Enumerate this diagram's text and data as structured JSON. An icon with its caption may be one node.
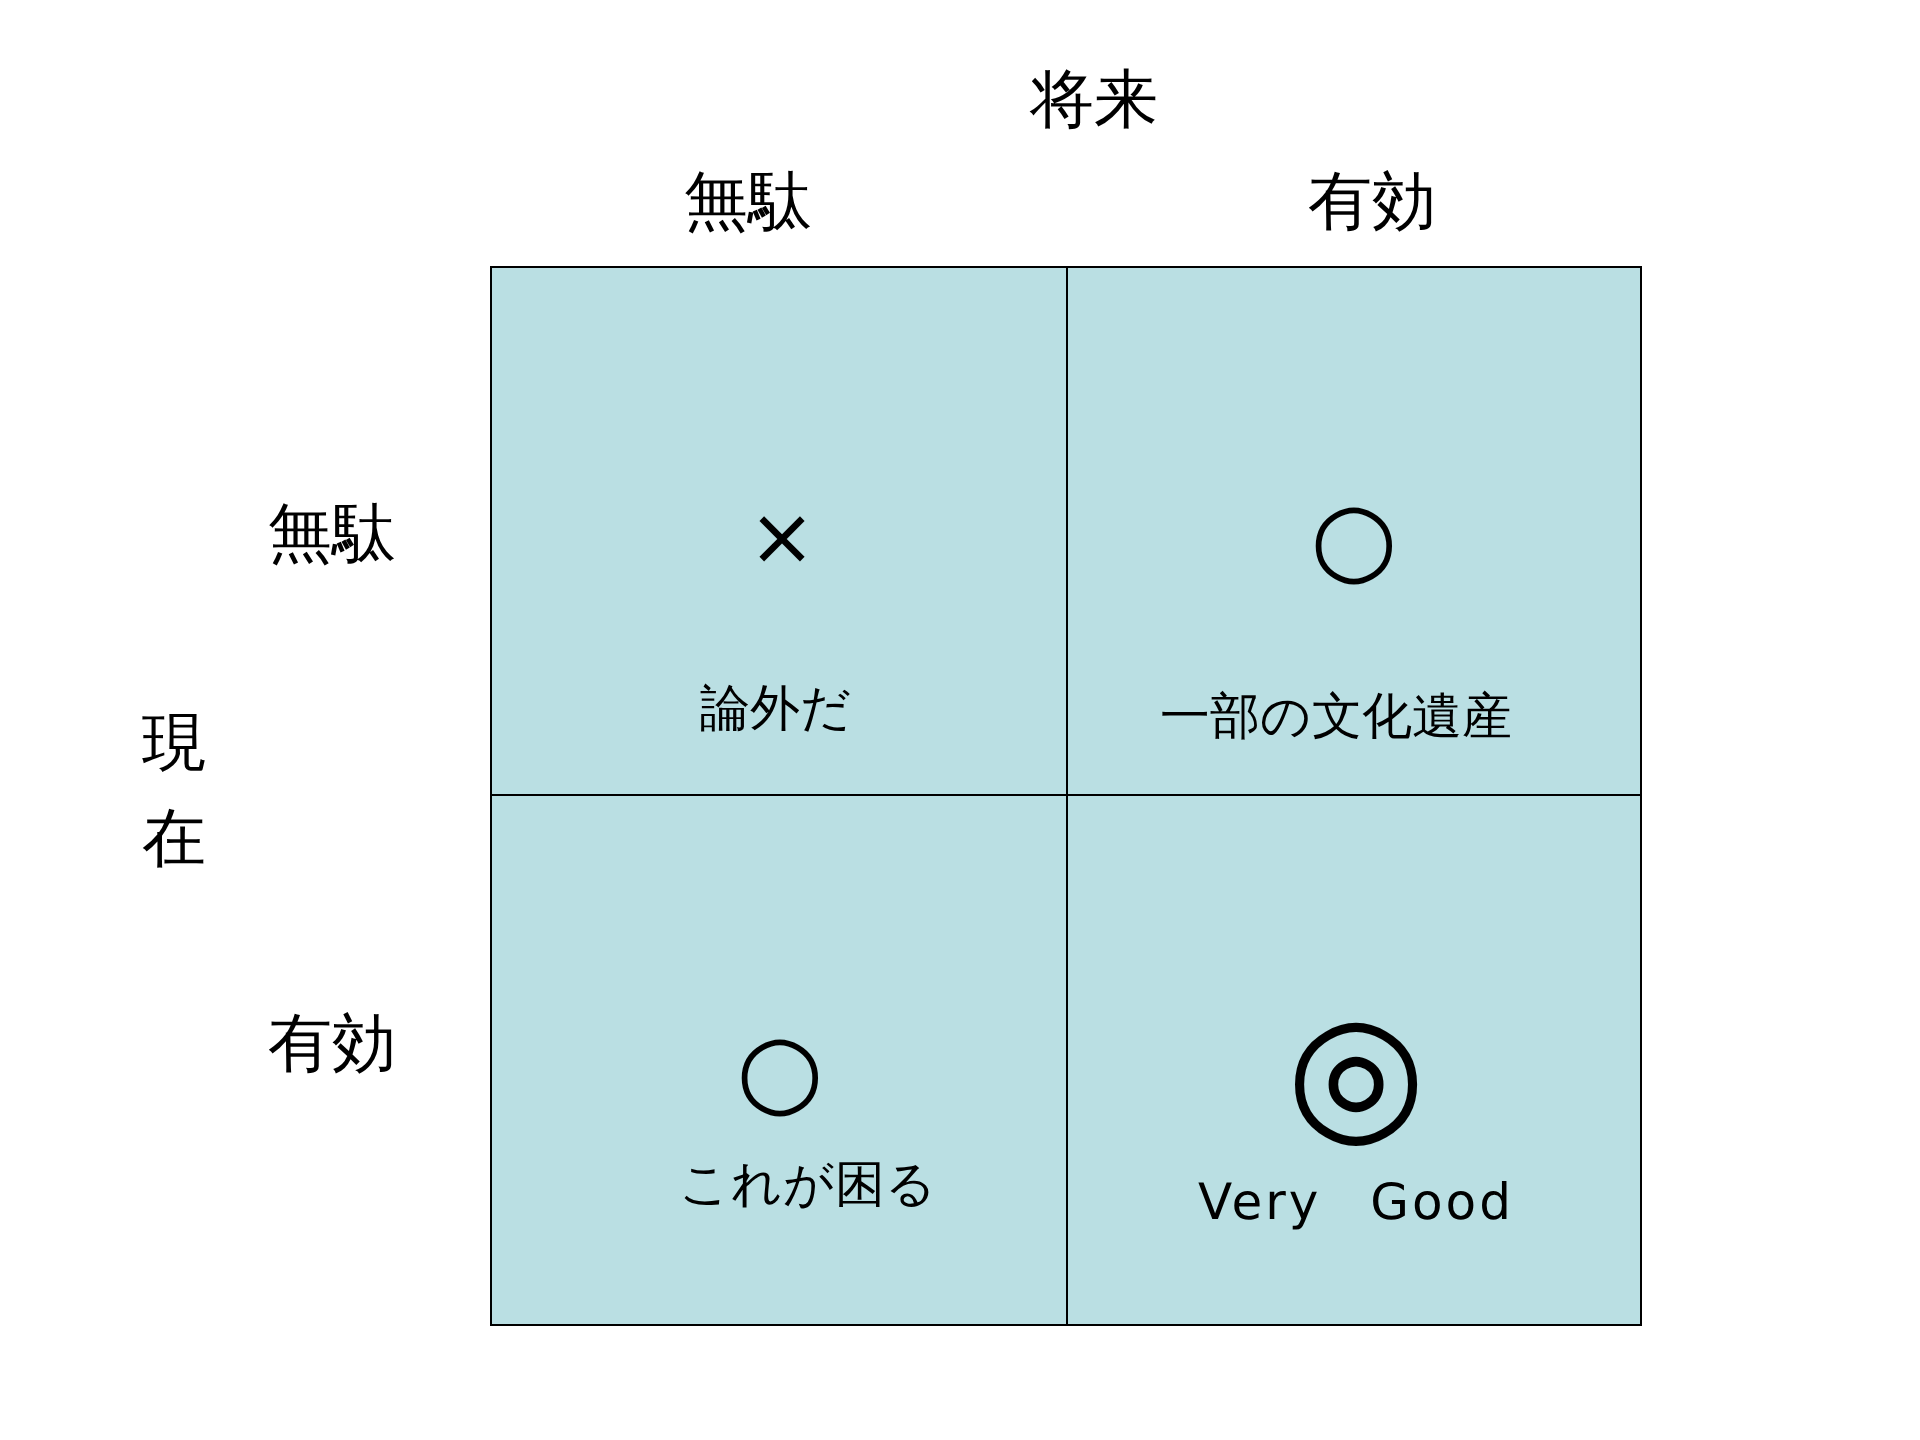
{
  "diagram": {
    "nodes": [
      {
        "text": [
          "×",
          "論外だ"
        ]
      },
      {
        "text": [
          "○",
          "一部の文化遺産"
        ]
      },
      {
        "text": [
          "○",
          "これが困る"
        ]
      },
      {
        "text": [
          "◎",
          "Very Good"
        ]
      }
    ],
    "labels": [
      "将来",
      "無駄",
      "有効",
      "無駄",
      "現在",
      "有効"
    ]
  }
}
